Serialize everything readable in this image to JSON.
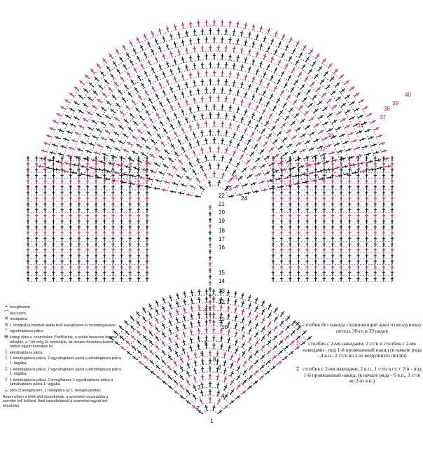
{
  "palette": {
    "black": "#111111",
    "pink": "#c2185b",
    "paper": "#ffffff"
  },
  "row_numbers": {
    "center": [
      "1",
      "4",
      "7",
      "8",
      "10",
      "11",
      "12",
      "13",
      "14",
      "15",
      "16",
      "17",
      "18",
      "19",
      "20",
      "21",
      "22",
      "23",
      "24"
    ],
    "right": [
      "26",
      "32",
      "34",
      "36",
      "37",
      "38",
      "39",
      "40"
    ],
    "left": [
      "2",
      "3",
      "5",
      "6",
      "9"
    ]
  },
  "legend_hu": {
    "items": [
      {
        "icon": "dot-icon",
        "text": "levegőszem"
      },
      {
        "icon": "arc-icon",
        "text": "láncszem"
      },
      {
        "icon": "cross-icon",
        "text": "rövidpálca"
      },
      {
        "icon": "cross-icon",
        "text": "1 rövidpálca mindkét alatta lévő levegőszem-ív hozzáfogásával"
      },
      {
        "icon": "dc-icon",
        "text": "egyráhajtásos pálca"
      },
      {
        "icon": "ring-icon",
        "text": "kötegi öltés v. csomóöltés (*belfűzünk, a szálat hosszúra húzzuk, 1 ráhajtás, a *-tól még 2x ismételjük, az összes hosszúra húzott hurkot együtt hurkoljuk le)"
      },
      {
        "icon": "tr-icon",
        "text": "kétráhajtásos pálca"
      },
      {
        "icon": "tr-icon",
        "text": "1 kétráhajtásos pálca, 2 egyráhajtásos pálca a kétráhajtásos pálca 1. tagjába"
      },
      {
        "icon": "tr-icon",
        "text": "1 kétráhajtásos pálca, 2 egyráhajtásos pálca a kétráhajtásos pálca 1. tagjába"
      },
      {
        "icon": "tr-icon",
        "text": "1 kétráhajtásos pálca, 2 levegőszem, 1 egyráhajtásos pálca a kétráhajtásos pálca 1. tagjába"
      },
      {
        "icon": "picot-icon",
        "text": "pikó (3 levegőszem, 1 rövidpálca az 1. levegőszembe)"
      }
    ],
    "note": "Amennyiben a jelek alul összefutnak, a szemeket ugyanabba a szembe kell leölteni, fönti összefutásnál a szemeket együtt kell lehurkolni."
  },
  "legend_ru": {
    "items": [
      {
        "icon": "cross-icon",
        "text": "столбик без накида соединяющий арки из воздушных петель 38-го и 39 рядов"
      },
      {
        "icon": "tr-icon",
        "text": "столбик с 2-мя накидами, 2 ст/н в столбик с 2-мя накидами - под 1-й провязанный накид (в начале ряда - 4 в.п., 2 ст/н во 2-ю воздушную петлю)"
      },
      {
        "icon": "tr-icon",
        "text": "столбик с 2-мя накидами, 2 в.п., 1 ст/н в ст. с 2/н - под 1-й провязанный накид, (в начале ряда - 6 в.п., 1 ст/н во 2-ю в.п.)"
      }
    ]
  }
}
